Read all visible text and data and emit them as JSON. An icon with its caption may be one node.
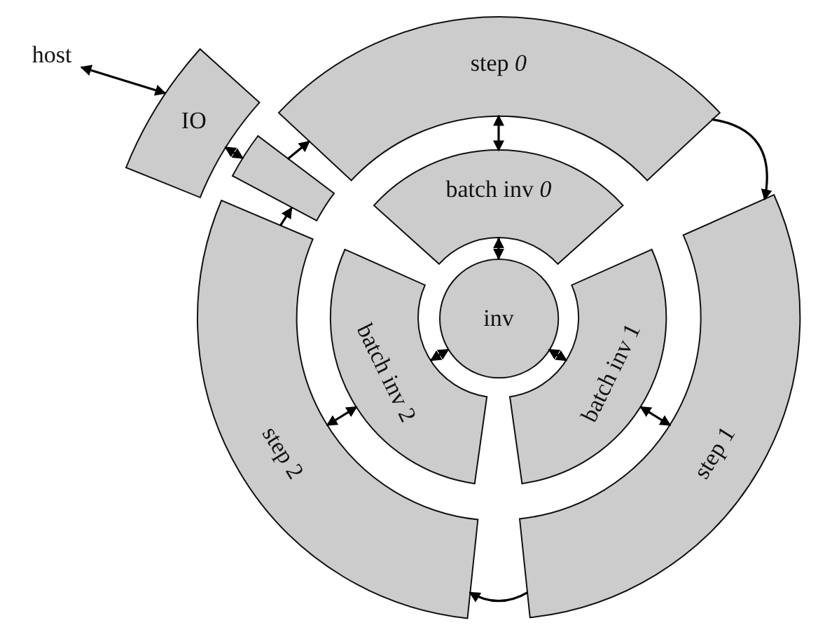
{
  "diagram": {
    "nodes": [
      {
        "text": [
          "host"
        ]
      },
      {
        "text": [
          "IO"
        ]
      },
      {
        "text": [],
        "shape": "box"
      },
      {
        "text": [
          "step *0*"
        ]
      },
      {
        "text": [
          "batch inv *0*"
        ]
      },
      {
        "text": [
          "inv"
        ]
      },
      {
        "text": [
          "batch inv 1"
        ]
      },
      {
        "text": [
          "step 1"
        ]
      },
      {
        "text": [
          "batch inv 2"
        ]
      },
      {
        "text": [
          "step 2"
        ]
      }
    ],
    "edges": [
      {
        "from": 0,
        "to": 1,
        "arrow": "both"
      },
      {
        "from": 1,
        "to": 2,
        "arrow": "both"
      },
      {
        "from": 2,
        "to": 3,
        "arrow": "to"
      },
      {
        "from": 9,
        "to": 2,
        "arrow": "to"
      },
      {
        "from": 3,
        "to": 4,
        "arrow": "both"
      },
      {
        "from": 4,
        "to": 5,
        "arrow": "both"
      },
      {
        "from": 5,
        "to": 6,
        "arrow": "both"
      },
      {
        "from": 6,
        "to": 7,
        "arrow": "both"
      },
      {
        "from": 5,
        "to": 8,
        "arrow": "both"
      },
      {
        "from": 8,
        "to": 9,
        "arrow": "both"
      },
      {
        "from": 3,
        "to": 7,
        "arrow": "to"
      },
      {
        "from": 7,
        "to": 9,
        "arrow": "to"
      }
    ]
  }
}
